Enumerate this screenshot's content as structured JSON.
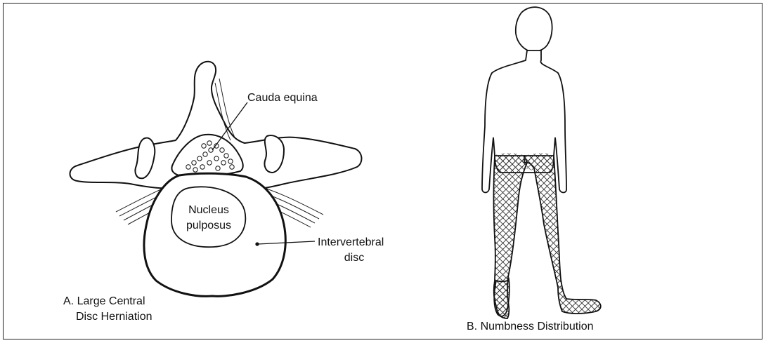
{
  "panel_a": {
    "label_line1": "A. Large Central",
    "label_line2": "Disc Herniation",
    "structures": {
      "cauda_equina": "Cauda equina",
      "nucleus_line1": "Nucleus",
      "nucleus_line2": "pulposus",
      "disc_line1": "Intervertebral",
      "disc_line2": "disc"
    }
  },
  "panel_b": {
    "label": "B. Numbness Distribution"
  }
}
